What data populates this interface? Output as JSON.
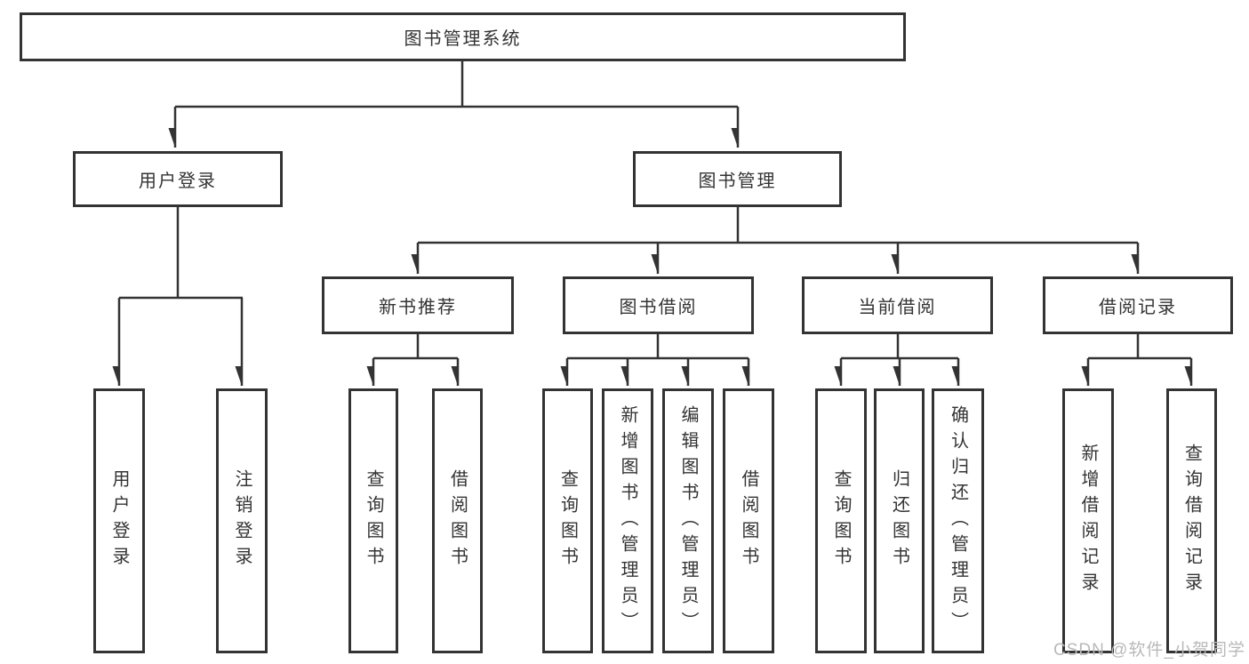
{
  "tree": {
    "label": "图书管理系统",
    "children": [
      {
        "label": "用户登录",
        "children": [
          {
            "label": "用户登录"
          },
          {
            "label": "注销登录"
          }
        ]
      },
      {
        "label": "图书管理",
        "children": [
          {
            "label": "新书推荐",
            "children": [
              {
                "label": "查询图书"
              },
              {
                "label": "借阅图书"
              }
            ]
          },
          {
            "label": "图书借阅",
            "children": [
              {
                "label": "查询图书"
              },
              {
                "label": "新增图书（管理员）"
              },
              {
                "label": "编辑图书（管理员）"
              },
              {
                "label": "借阅图书"
              }
            ]
          },
          {
            "label": "当前借阅",
            "children": [
              {
                "label": "查询图书"
              },
              {
                "label": "归还图书"
              },
              {
                "label": "确认归还（管理员）"
              }
            ]
          },
          {
            "label": "借阅记录",
            "children": [
              {
                "label": "新增借阅记录"
              },
              {
                "label": "查询借阅记录"
              }
            ]
          }
        ]
      }
    ]
  },
  "watermark": "CSDN @软件_小贺同学",
  "colors": {
    "line": "#333333",
    "box_border": "#333333",
    "text": "#333333",
    "watermark": "#b9b9b9",
    "background": "#ffffff"
  }
}
